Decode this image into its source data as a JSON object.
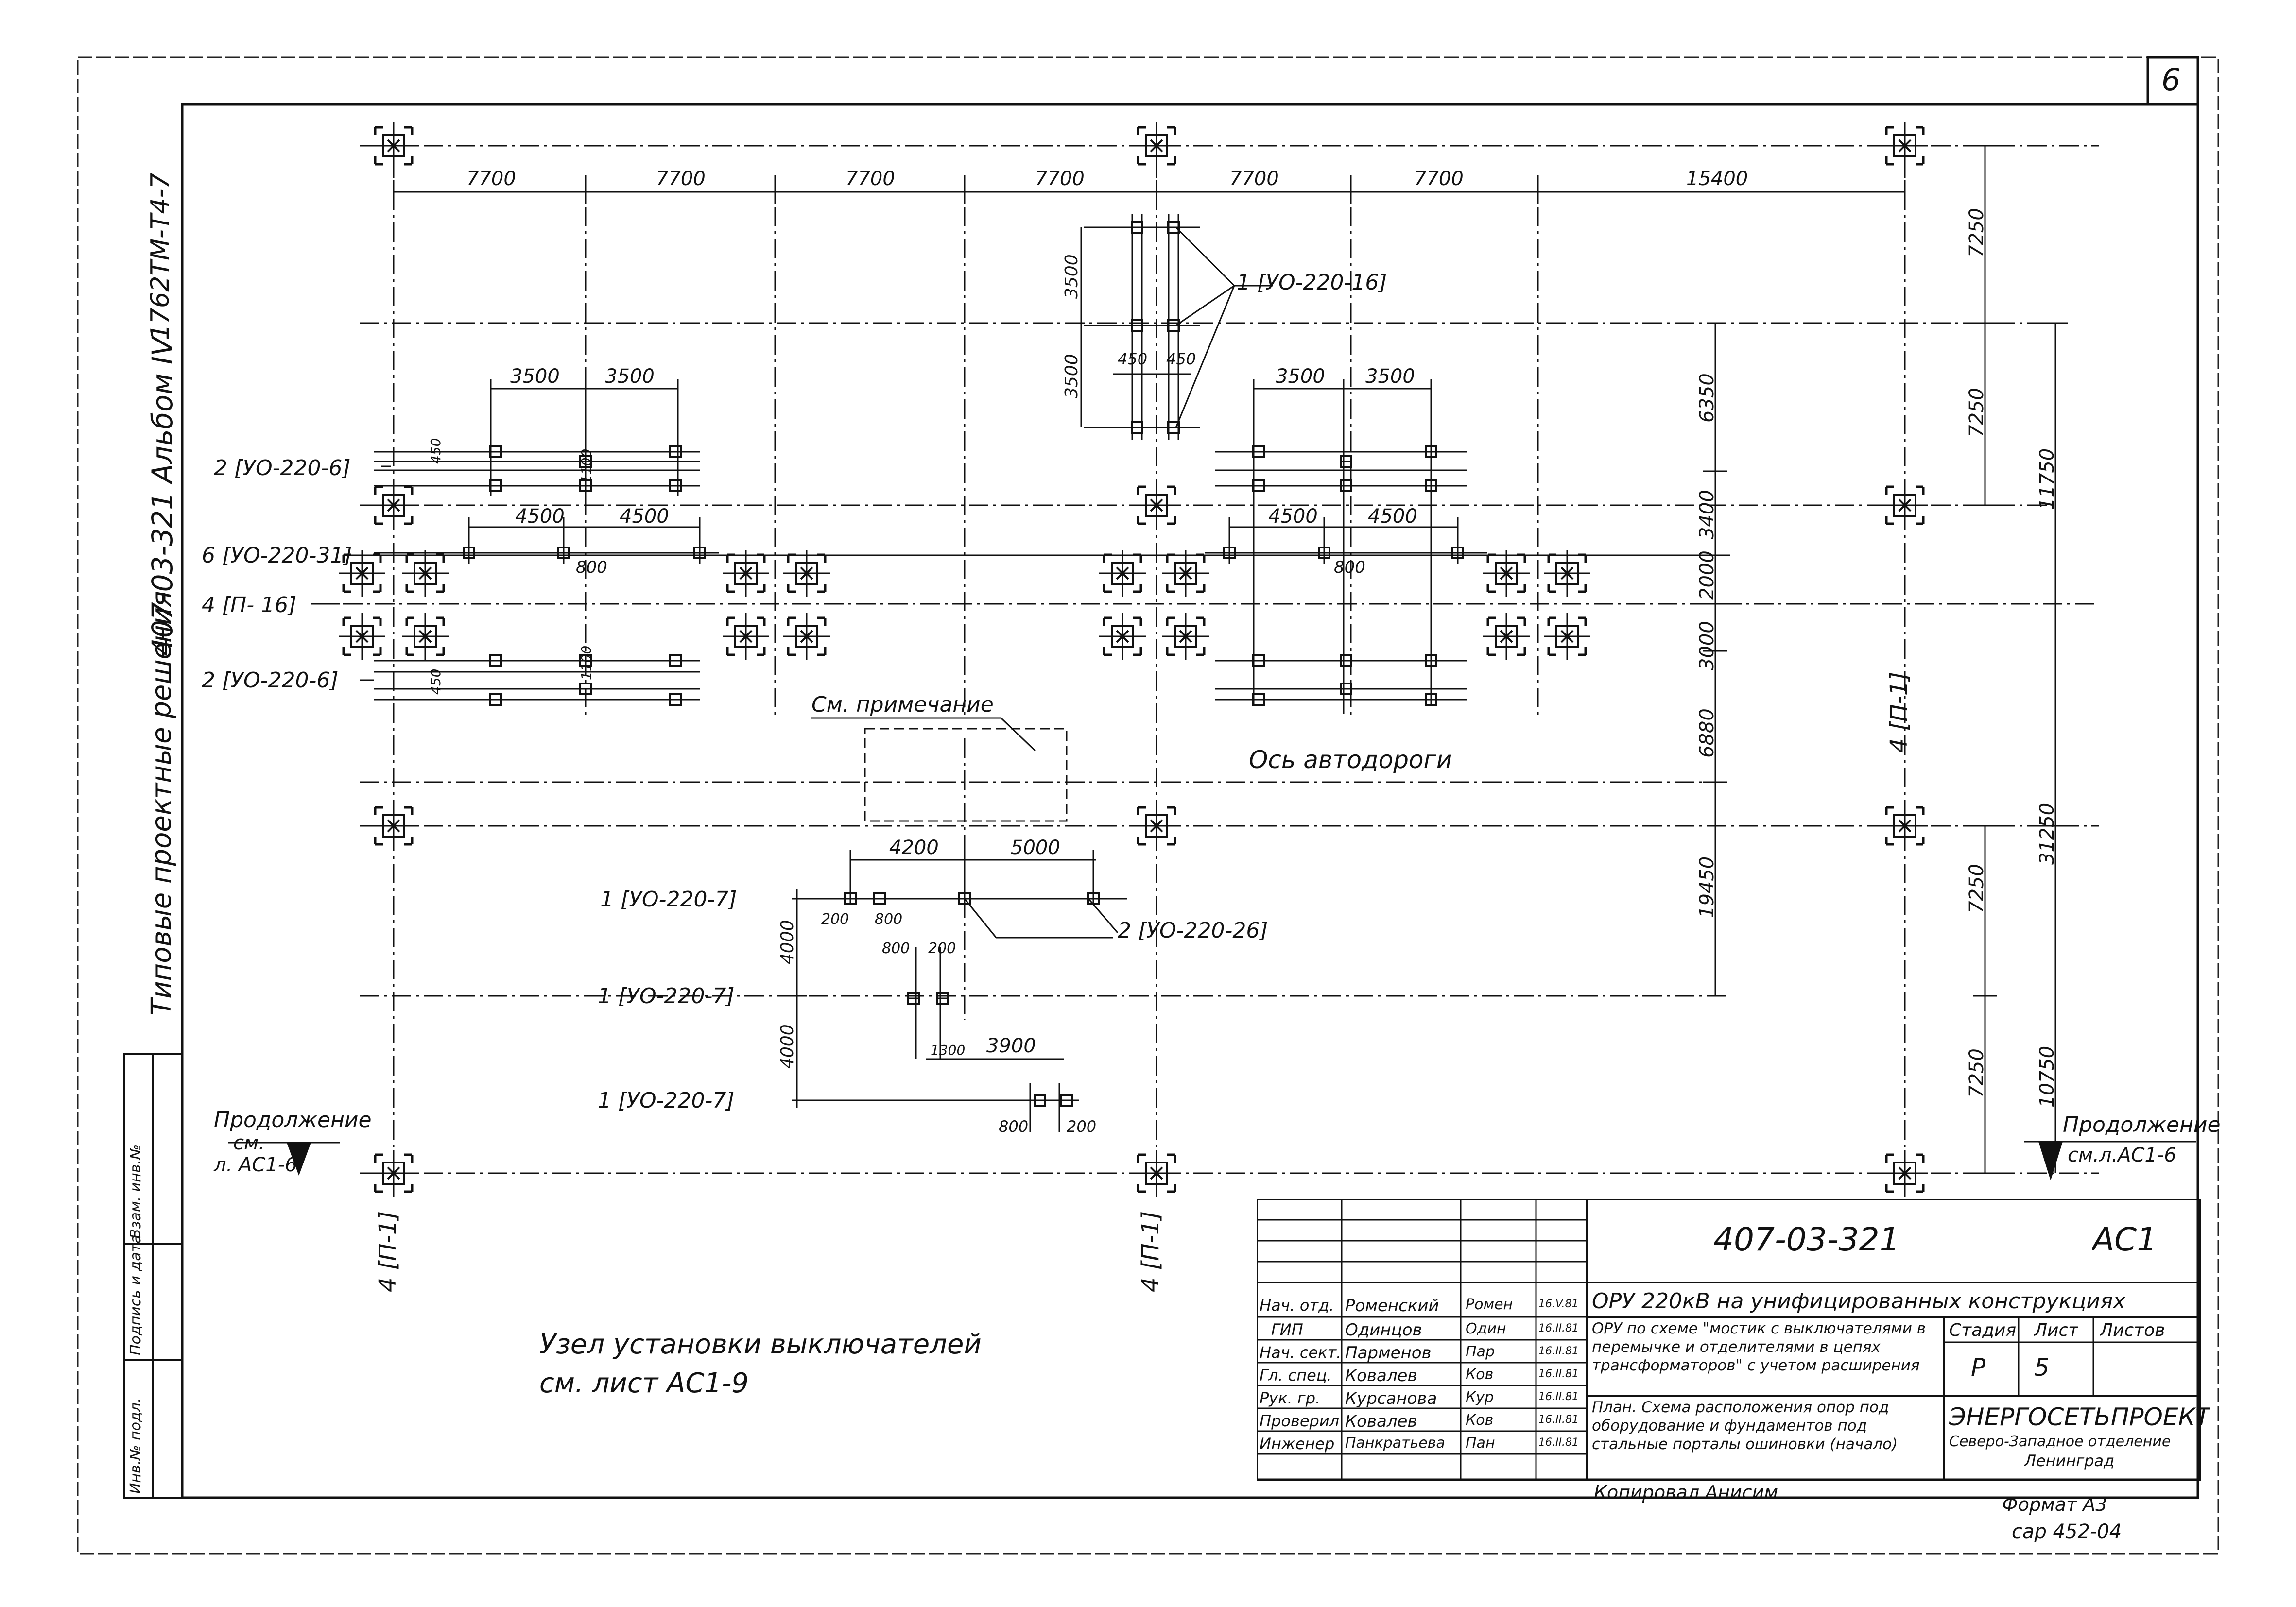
{
  "sheet": {
    "number": "6",
    "side_code": "1762ТМ-Т4-7",
    "side_album": "407-03-321 Альбом IV",
    "side_series": "Типовые проектные решения",
    "inv_labels": [
      "Инв.№ подл.",
      "Подпись и дата",
      "Взам. инв.№"
    ]
  },
  "axes": {
    "top_dims": [
      "7700",
      "7700",
      "7700",
      "7700",
      "7700",
      "7700",
      "15400"
    ],
    "right_dims": [
      "7250",
      "7250",
      "11750",
      "6350",
      "3400",
      "2000",
      "3000",
      "6880",
      "19450",
      "31250",
      "7250",
      "7250",
      "10750"
    ],
    "axis_labels_bottom": [
      "4 [П-1]",
      "4 [П-1]",
      "4 [П-1]"
    ]
  },
  "labels": {
    "y16": "1 [УО-220-16]",
    "y16_dims": [
      "3500",
      "3500",
      "450",
      "450"
    ],
    "left_group_dims": [
      "3500",
      "3500",
      "4500",
      "4500",
      "800",
      "1100",
      "1100"
    ],
    "right_group_dims": [
      "3500",
      "3500",
      "4500",
      "4500",
      "800"
    ],
    "small_dims": [
      "450",
      "450"
    ],
    "y6_top": "2 [УО-220-6]",
    "y31": "6 [УО-220-31]",
    "p16": "4 [П- 16]",
    "y6_bot": "2 [УО-220-6]",
    "note": "См. примечание",
    "road": "Ось автодороги",
    "y7a": "1 [УО-220-7]",
    "y7b": "1 [УО-220-7]",
    "y7c": "1 [УО-220-7]",
    "y26": "2 [УО-220-26]",
    "bottom_dims": [
      "4200",
      "5000",
      "200",
      "800",
      "800",
      "200",
      "4000",
      "4000",
      "1300",
      "3900",
      "800",
      "200"
    ],
    "cont_left": [
      "Продолжение",
      "см.",
      "л. АС1-6"
    ],
    "cont_right": [
      "Продолжение",
      "см.л.АС1-6"
    ],
    "node_note": [
      "Узел установки выключателей",
      "см. лист АС1-9"
    ]
  },
  "title_block": {
    "doc_code": "407-03-321",
    "mark": "АС1",
    "object": "ОРУ 220кВ на унифицированных конструкциях",
    "description": "ОРУ по схеме \"мостик с выключателями в перемычке и отделителями в цепях трансформаторов\" с учетом расширения",
    "drawing": "План. Схема расположения опор под оборудование и фундаментов под стальные порталы ошиновки (начало)",
    "stage_hdr": "Стадия",
    "sheet_hdr": "Лист",
    "sheets_hdr": "Листов",
    "stage": "Р",
    "sheet": "5",
    "org": [
      "ЭНЕРГОСЕТЬПРОЕКТ",
      "Северо-Западное отделение",
      "Ленинград"
    ],
    "roles": [
      "Нач. отд.",
      "ГИП",
      "Нач. сект.",
      "Гл. спец.",
      "Рук. гр.",
      "Проверил",
      "Инженер"
    ],
    "names": [
      "Роменский",
      "Одинцов",
      "Парменов",
      "Ковалев",
      "Курсанова",
      "Ковалев",
      "Панкратьева"
    ],
    "signatures": [
      "Ромен",
      "Один",
      "Пар",
      "Ков",
      "Кур",
      "Ков",
      "Пан"
    ],
    "dates": [
      "16.V.81",
      "16.II.81",
      "16.II.81",
      "16.II.81",
      "16.II.81",
      "16.II.81",
      "16.II.81"
    ],
    "copied": "Копировал Анисим",
    "format": "Формат А3",
    "order": "сар 452-04"
  }
}
